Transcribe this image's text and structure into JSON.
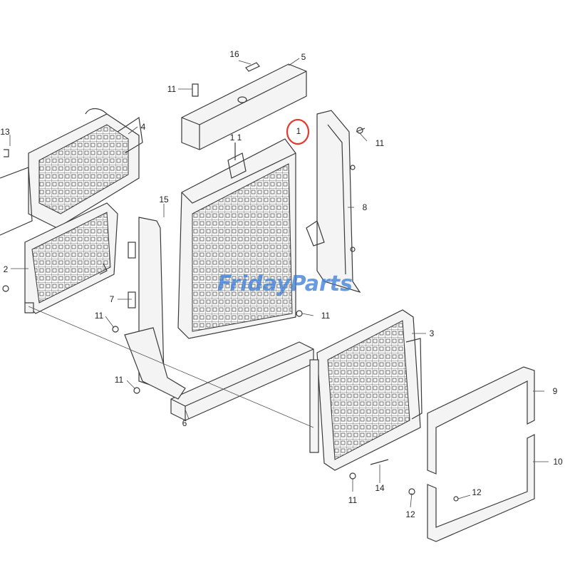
{
  "diagram": {
    "callouts": {
      "c1": "1",
      "c2": "2",
      "c3": "3",
      "c4": "4",
      "c5": "5",
      "c6": "6",
      "c7": "7",
      "c8": "8",
      "c9": "9",
      "c10": "10",
      "c11_top": "11",
      "c11_bracket": "11",
      "c11_mid": "11",
      "c11_left": "11",
      "c11_low": "11",
      "c11_bottom": "11",
      "c11_small": "1 1",
      "c12_a": "12",
      "c12_b": "12",
      "c13": "13",
      "c14": "14",
      "c15": "15",
      "c16": "16"
    },
    "highlight": {
      "target": "1",
      "color": "#e03c31"
    },
    "watermark": {
      "text": "FridayParts",
      "color": "#3f7fd8"
    }
  }
}
